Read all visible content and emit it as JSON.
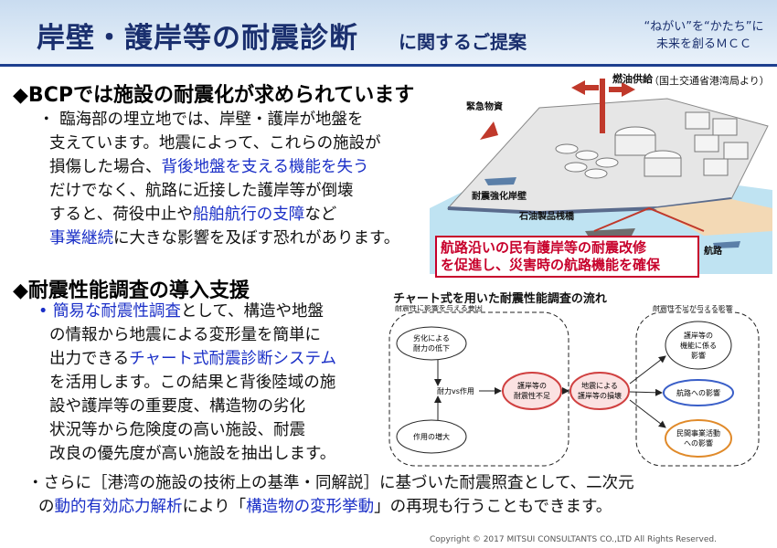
{
  "header": {
    "title_main": "岸壁・護岸等の耐震診断",
    "title_sub": "に関するご提案",
    "slogan_line1": "“ねがい”を“かたち”に",
    "slogan_line2": "未来を創るＭＣＣ"
  },
  "section1": {
    "heading": "◆BCPでは施設の耐震化が求められています",
    "lines": [
      "・ 臨海部の埋立地では、岸壁・護岸が地盤を",
      "支えています。地震によって、これらの施設が",
      "損傷した場合、",
      "背後地盤を支える機能を失う",
      "だけでなく、航路に近接した護岸等が倒壊",
      "すると、荷役中止や",
      "船舶航行の支障",
      "など",
      "事業継続",
      "に大きな影響を及ぼす恐れがあります。"
    ]
  },
  "figure": {
    "source": "（国土交通省港湾局より）",
    "label_fuel": "燃油供給",
    "label_emergency": "緊急物資",
    "label_seawall": "耐震強化岸壁",
    "label_oil_pier": "石油製品桟橋",
    "label_route": "航路",
    "caption_line1": "航路沿いの民有護岸等の耐震改修",
    "caption_line2": "を促進し、災害時の航路機能を確保"
  },
  "section2": {
    "heading": "◆耐震性能調査の導入支援",
    "bullet": "•",
    "lines": [
      "簡易な耐震性調査",
      "として、構造や地盤",
      "の情報から地震による変形量を簡単に",
      "出力できる",
      "チャート式耐震診断システム",
      "を活用します。この結果と背後陸域の施",
      "設や護岸等の重要度、構造物の劣化",
      "状況等から危険度の高い施設、耐震",
      "改良の優先度が高い施設を抽出します。"
    ]
  },
  "flow": {
    "title": "チャート式を用いた耐震性能調査の流れ",
    "group_left": "耐震性に影響を与える要因",
    "group_right": "耐震性不足が与える影響",
    "node_degradation_1": "劣化による",
    "node_degradation_2": "耐力の低下",
    "node_resistance": "耐力vs作用",
    "node_action": "作用の増大",
    "node_shortage_1": "護岸等の",
    "node_shortage_2": "耐震性不足",
    "node_damage_1": "地震による",
    "node_damage_2": "護岸等の損壊",
    "node_function_1": "護岸等の",
    "node_function_2": "機能に係る",
    "node_function_3": "影響",
    "node_route": "航路への影響",
    "node_private_1": "民間事業活動",
    "node_private_2": "への影響"
  },
  "footer": {
    "line_1": "・さらに［港湾の施設の技術上の基準・同解説］に基づいた耐震照査として、二次元",
    "line_2a": "の",
    "line_2b": "動的有効応力解析",
    "line_2c": "により「",
    "line_2d": "構造物の変形挙動",
    "line_2e": "」の再現も行うこともできます。",
    "copyright": "Copyright © 2017 MITSUI CONSULTANTS CO.,LTD All Rights Reserved."
  },
  "colors": {
    "brand": "#1a2f6e",
    "highlight": "#1a2fc7",
    "caption_red": "#c7002b"
  }
}
